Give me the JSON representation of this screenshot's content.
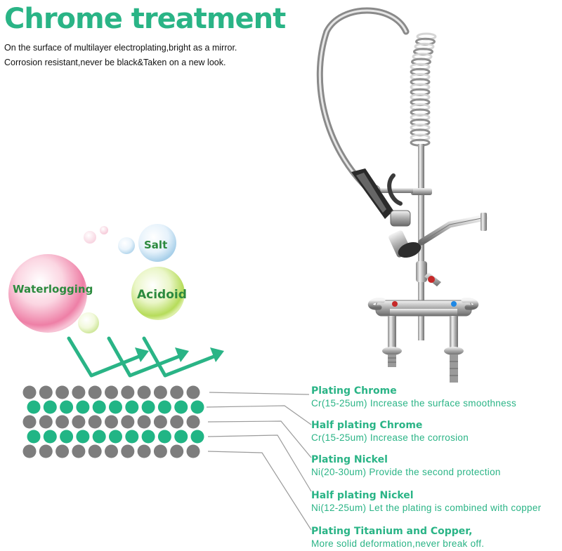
{
  "title": "Chrome treatment",
  "subtitle_1": "On the surface of multilayer electroplating,bright as a mirror.",
  "subtitle_2": "Corrosion resistant,never be black&Taken on a new look.",
  "bubbles": {
    "waterlogging": "Waterlogging",
    "salt": "Salt",
    "acidoid": "Acidoid"
  },
  "layers": [
    {
      "title": "Plating Chrome",
      "desc": "Cr(15-25um) Increase the surface smoothness"
    },
    {
      "title": "Half plating Chrome",
      "desc": "Cr(15-25um) Increase the corrosion"
    },
    {
      "title": "Plating Nickel",
      "desc": "Ni(20-30um) Provide the second protection"
    },
    {
      "title": "Half plating Nickel",
      "desc": "Ni(12-25um) Let the plating is combined with copper"
    },
    {
      "title": "Plating Titanium and Copper,",
      "desc": "More solid deformation,never break off."
    }
  ],
  "colors": {
    "accent": "#2ab486",
    "gray_dot": "#7d7d7d",
    "green_dot": "#21b585"
  }
}
